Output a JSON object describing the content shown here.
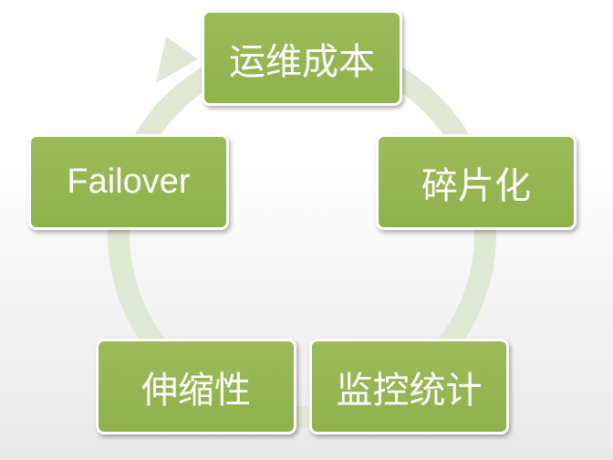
{
  "diagram": {
    "type": "cycle",
    "accent_color": "#9bbb59",
    "arrow_color": "#dfe8d3",
    "nodes": [
      {
        "label": "运维成本"
      },
      {
        "label": "碎片化"
      },
      {
        "label": "监控统计"
      },
      {
        "label": "伸缩性"
      },
      {
        "label": "Failover"
      }
    ]
  }
}
